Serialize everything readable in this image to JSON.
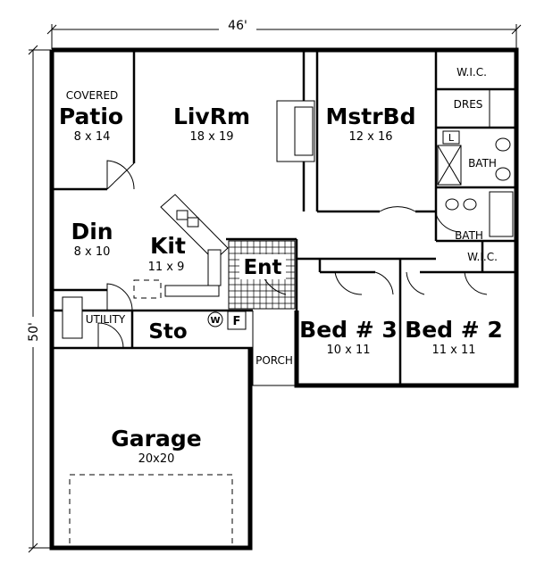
{
  "dimensions": {
    "width": "46'",
    "depth": "50'"
  },
  "rooms": {
    "covered": "COVERED",
    "patio": {
      "name": "Patio",
      "size": "8 x 14"
    },
    "livrm": {
      "name": "LivRm",
      "size": "18 x 19"
    },
    "mstrbd": {
      "name": "MstrBd",
      "size": "12 x 16"
    },
    "wic_master": "W.I.C.",
    "dres": "DRES",
    "bath_master": "BATH",
    "din": {
      "name": "Din",
      "size": "8 x 10"
    },
    "kit": {
      "name": "Kit",
      "size": "11 x 9"
    },
    "ent": "Ent",
    "bath_hall": "BATH",
    "wic_hall": "W.I.C.",
    "utility": "UTILITY",
    "sto": "Sto",
    "w_mark": "W",
    "f_mark": "F",
    "bed3": {
      "name": "Bed # 3",
      "size": "10 x 11"
    },
    "bed2": {
      "name": "Bed # 2",
      "size": "11 x 11"
    },
    "porch": "PORCH",
    "garage": {
      "name": "Garage",
      "size": "20x20"
    },
    "linen": "L"
  }
}
